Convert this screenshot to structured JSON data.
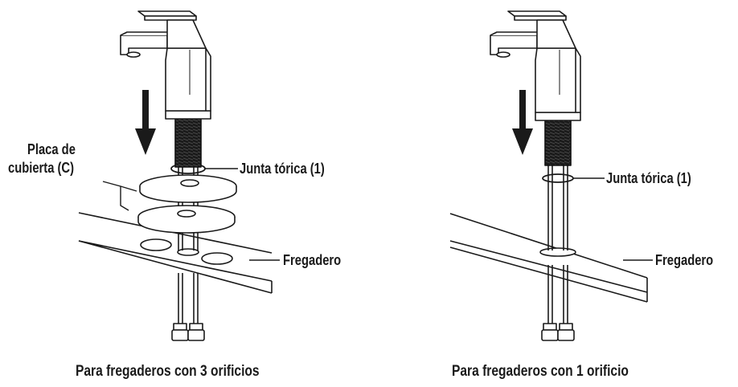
{
  "left_panel": {
    "deck_plate_label": [
      "Placa de",
      "cubierta (C)"
    ],
    "oring_label": "Junta tórica (1)",
    "sink_label": "Fregadero",
    "caption": "Para fregaderos con 3 orificios"
  },
  "right_panel": {
    "oring_label": "Junta tórica (1)",
    "sink_label": "Fregadero",
    "caption": "Para fregaderos con 1 orificio"
  }
}
